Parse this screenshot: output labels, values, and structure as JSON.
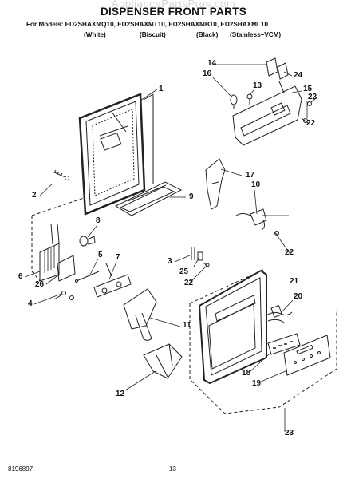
{
  "watermark": "AppliancePartsPros.com",
  "title": "DISPENSER FRONT PARTS",
  "models_line": "For Models: ED2SHAXMQ10, ED2SHAXMT10, ED2SHAXMB10, ED2SHAXML10",
  "finishes": [
    "(White)",
    "(Biscuit)",
    "(Black)",
    "(Stainless–VCM)"
  ],
  "callouts": [
    "1",
    "2",
    "3",
    "4",
    "5",
    "6",
    "7",
    "8",
    "9",
    "10",
    "11",
    "12",
    "13",
    "14",
    "15",
    "16",
    "17",
    "18",
    "19",
    "20",
    "21",
    "22",
    "22",
    "22",
    "22",
    "23",
    "24",
    "25",
    "26"
  ],
  "footer": {
    "doc_number": "8196897",
    "page_number": "13"
  }
}
